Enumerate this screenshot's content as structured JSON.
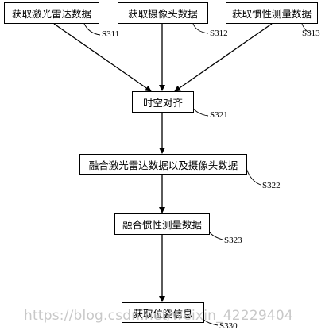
{
  "nodes": {
    "lidar": {
      "label": "获取激光雷达数据",
      "step": "S311"
    },
    "camera": {
      "label": "获取摄像头数据",
      "step": "S312"
    },
    "imu": {
      "label": "获取惯性测量数据",
      "step": "S313"
    },
    "sync": {
      "label": "时空对齐",
      "step": "S321"
    },
    "fuse1": {
      "label": "融合激光雷达数据以及摄像头数据",
      "step": "S322"
    },
    "fuse2": {
      "label": "融合惯性测量数据",
      "step": "S323"
    },
    "pose": {
      "label": "获取位姿信息",
      "step": "S330"
    }
  },
  "watermark": "https://blog.csdn.net/weixin_42229404",
  "colors": {
    "line": "#000000",
    "watermark": "#bfbfbf"
  }
}
